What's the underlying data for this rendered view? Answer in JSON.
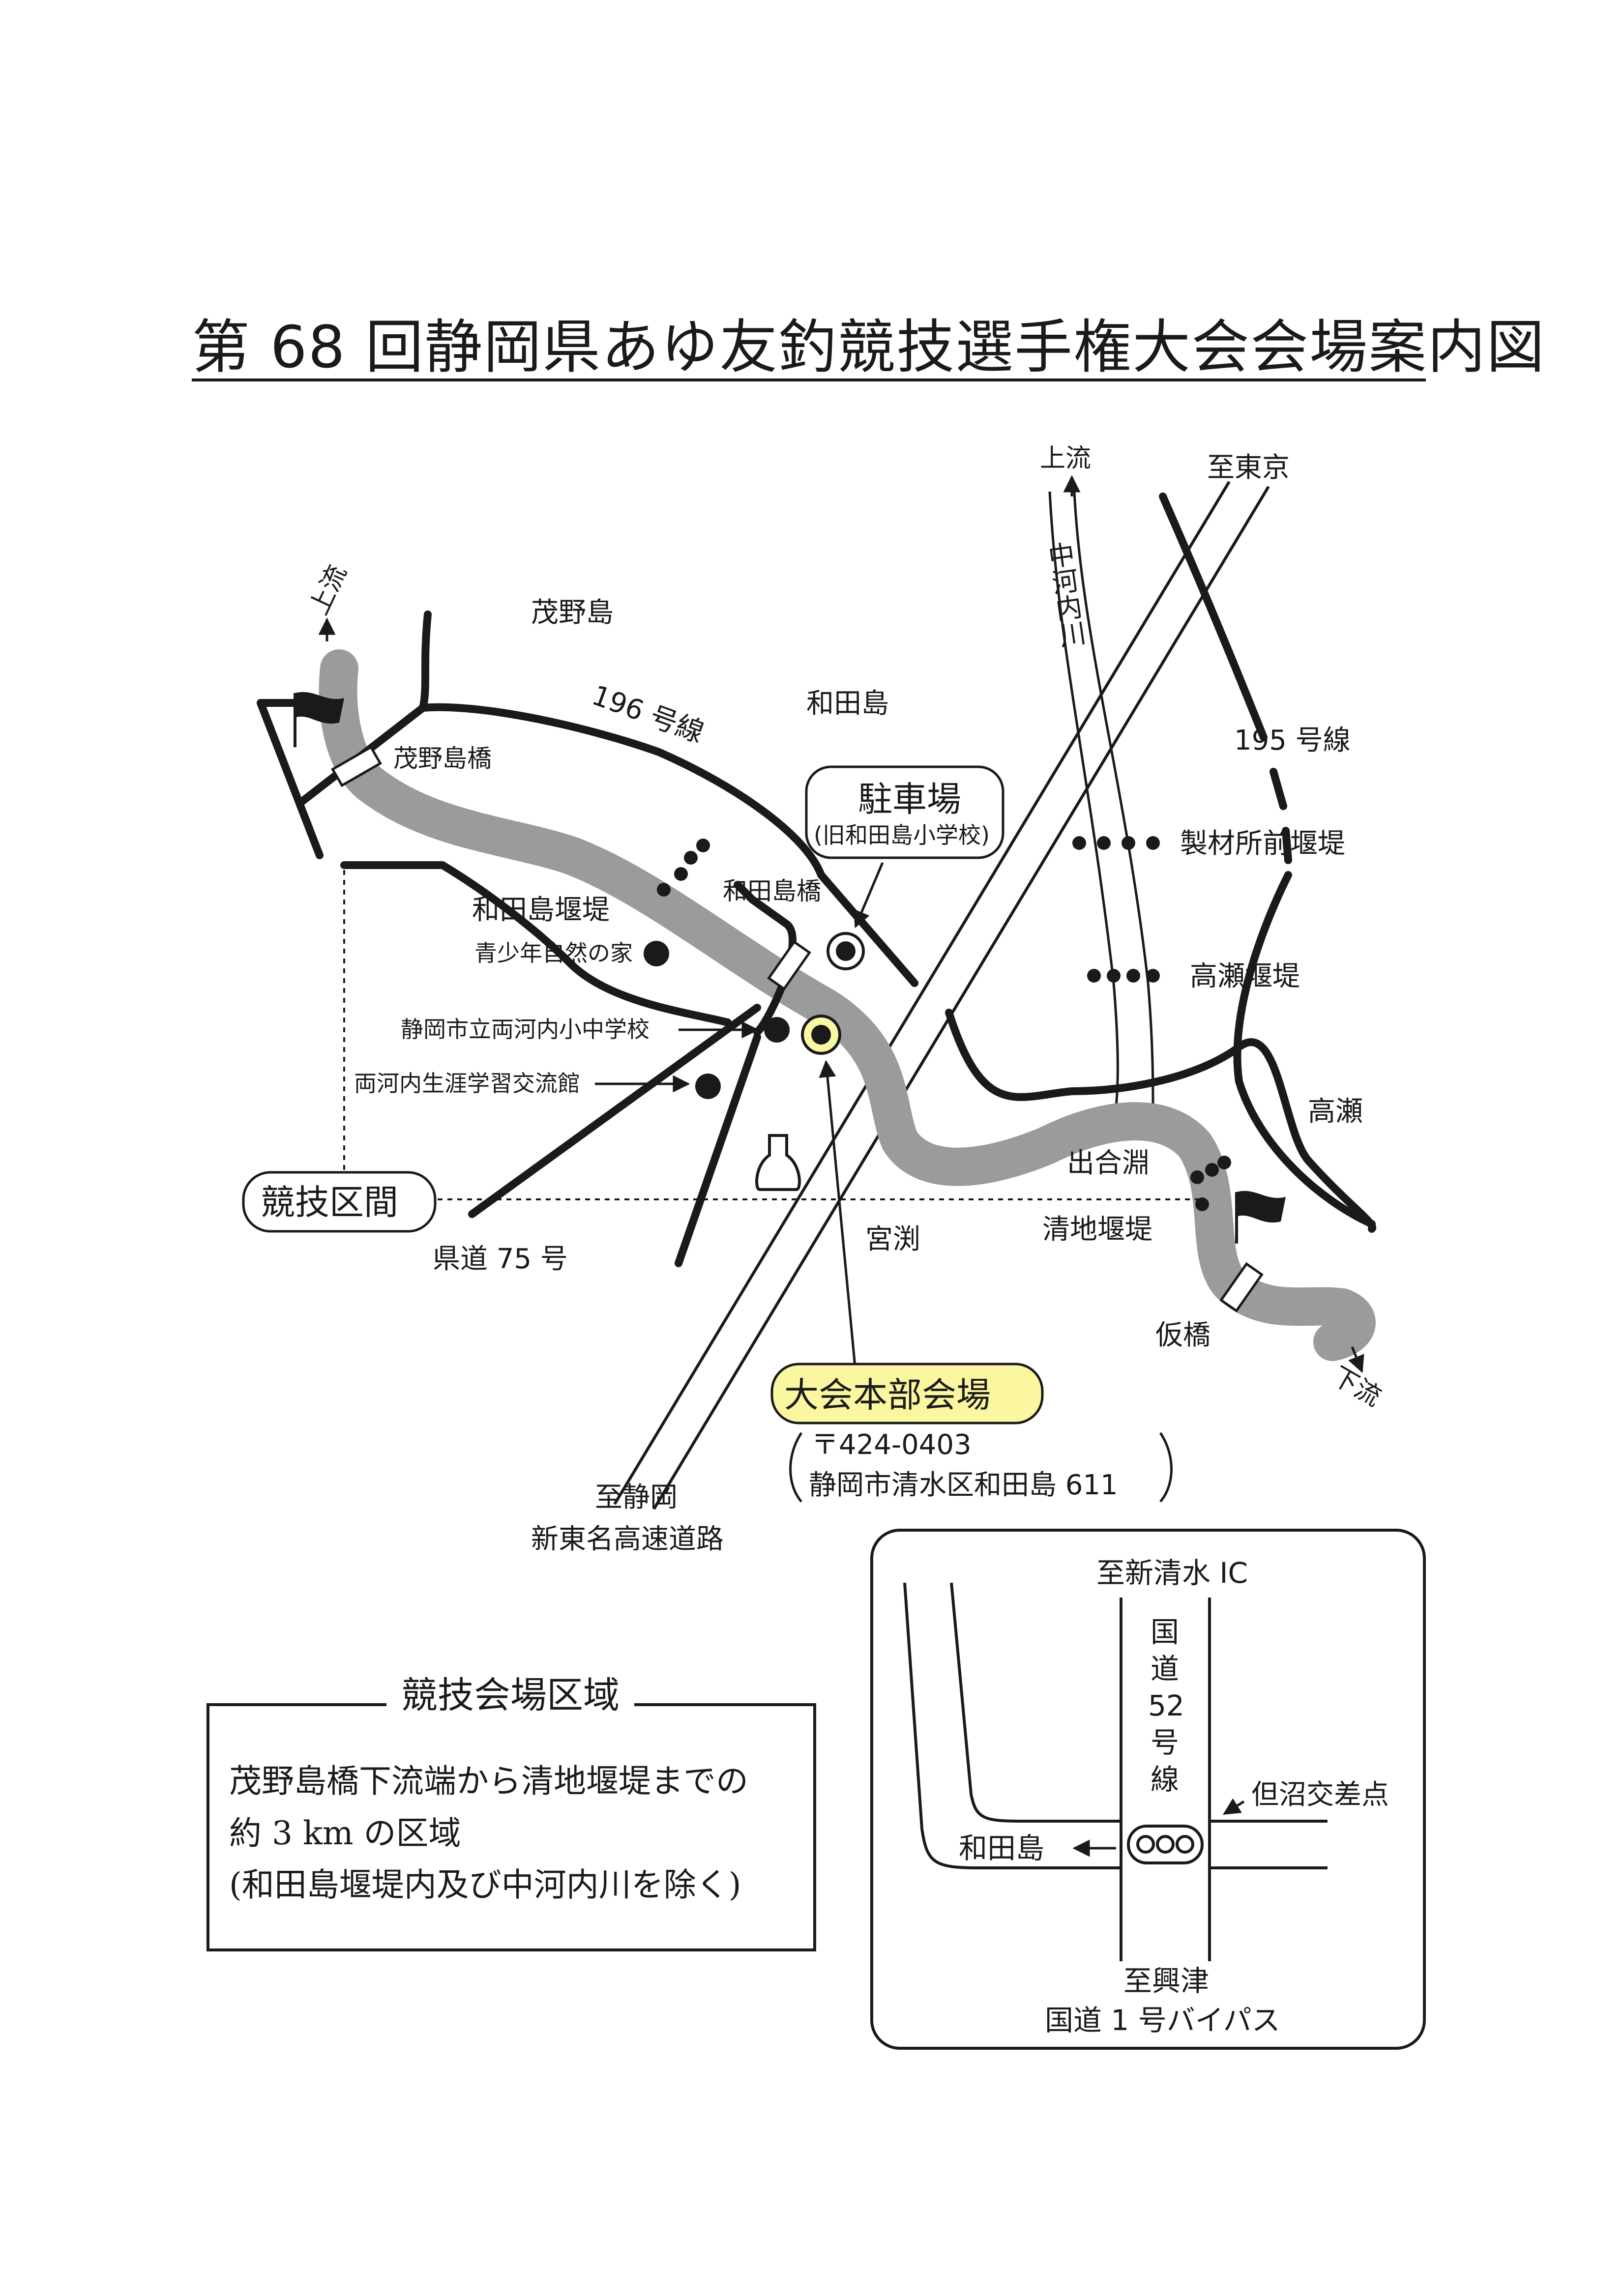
{
  "title": "第 68 回静岡県あゆ友釣競技選手権大会会場案内図",
  "map": {
    "places": {
      "shigeno_island": "茂野島",
      "wada_island": "和田島",
      "takase": "高瀬",
      "miyabuchi": "宮渕"
    },
    "roads": {
      "route196": "196 号線",
      "route195": "195 号線",
      "pref75": "県道 75 号",
      "to_tokyo": "至東京",
      "to_shizuoka": "至静岡",
      "expressway": "新東名高速道路"
    },
    "river": {
      "upstream_left": "上流",
      "upstream_right": "上流",
      "downstream": "下流",
      "tributary": "中河内川"
    },
    "bridges": {
      "shigeno_bridge": "茂野島橋",
      "wada_bridge": "和田島橋",
      "temp_bridge": "仮橋"
    },
    "weirs": {
      "wada_weir": "和田島堰堤",
      "seizai_weir": "製材所前堰堤",
      "takase_weir": "高瀬堰堤",
      "kiyoji_weir": "清地堰堤",
      "deai": "出合淵"
    },
    "facilities": {
      "youth_house": "青少年自然の家",
      "school": "静岡市立両河内小中学校",
      "hall": "両河内生涯学習交流館"
    },
    "parking": {
      "title": "駐車場",
      "subtitle": "(旧和田島小学校)"
    },
    "section_label": "競技区間",
    "hq": {
      "label": "大会本部会場",
      "postal": "〒424-0403",
      "address": "静岡市清水区和田島 611"
    },
    "colors": {
      "river": "#9b9b9b",
      "hq_highlight": "#fbf6a0",
      "ink": "#1a1a1a"
    }
  },
  "inset": {
    "to_shinshimizu": "至新清水 IC",
    "route52": [
      "国",
      "道",
      "52",
      "号",
      "線"
    ],
    "tadanuma": "但沼交差点",
    "wada_island": "和田島",
    "to_okitsu": "至興津",
    "bypass": "国道 1 号バイパス"
  },
  "area": {
    "title": "競技会場区域",
    "lines": [
      "茂野島橋下流端から清地堰堤までの",
      "約 3 km の区域",
      "(和田島堰堤内及び中河内川を除く)"
    ]
  }
}
